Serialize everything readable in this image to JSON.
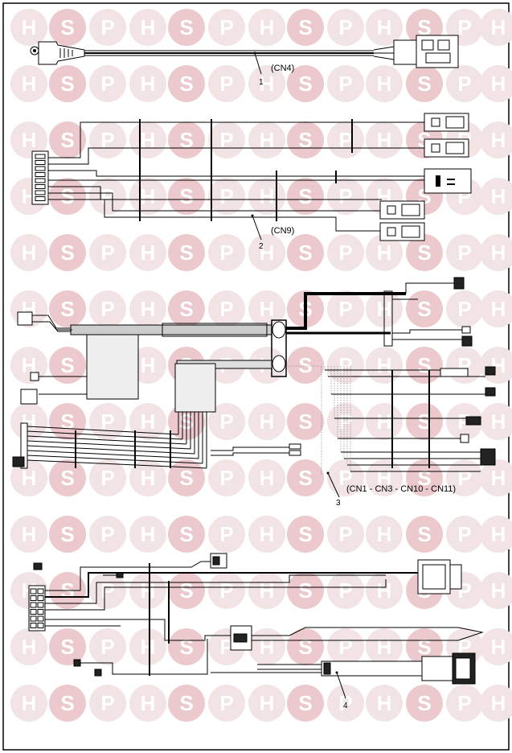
{
  "watermark": {
    "letters": [
      "H",
      "S",
      "P"
    ],
    "color_light": "#f2e3e4",
    "color_s": "#ecc9cc"
  },
  "parts": [
    {
      "number": "1",
      "label": "(CN4)"
    },
    {
      "number": "2",
      "label": "(CN9)"
    },
    {
      "number": "3",
      "label": "(CN1 - CN3 - CN10 - CN11)"
    },
    {
      "number": "4",
      "label": ""
    }
  ],
  "colors": {
    "ink": "#000000",
    "background": "#ffffff"
  }
}
